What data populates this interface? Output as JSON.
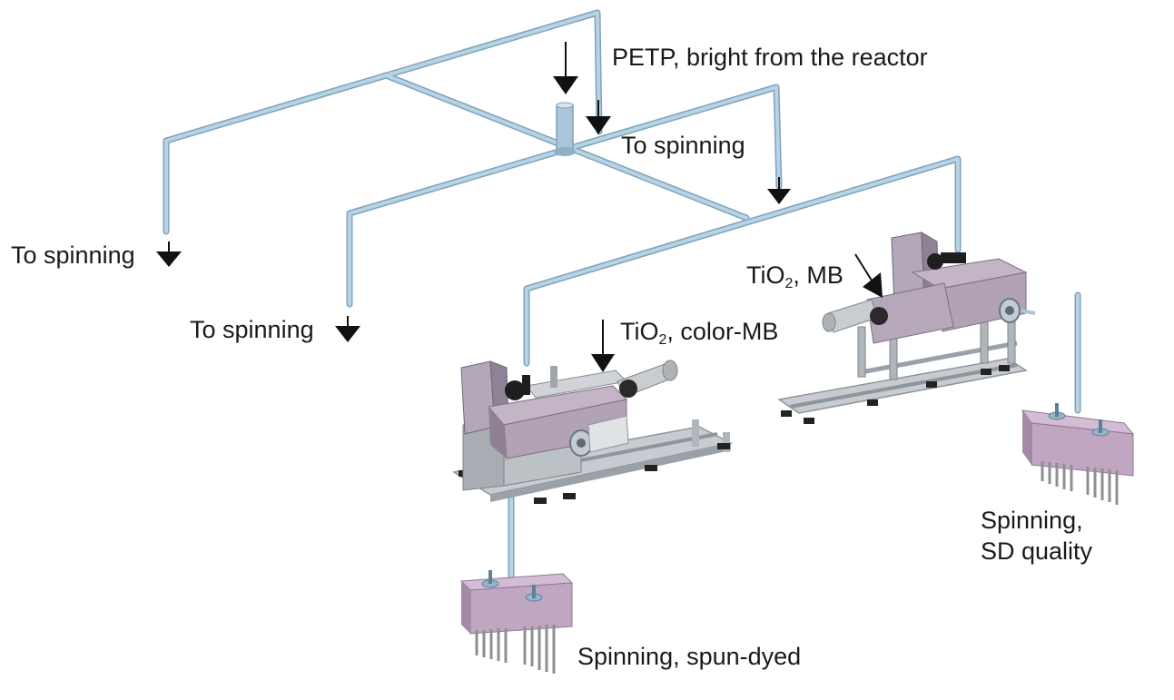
{
  "labels": {
    "petp_input": "PETP, bright from the reactor",
    "to_spinning": "To spinning",
    "tio2_prefix": "TiO",
    "tio2_sub": "2",
    "additive_a_suffix": ", color-MB",
    "additive_b_suffix": ", MB",
    "spinning_spun_dyed": "Spinning, spun-dyed",
    "spinning_sd_line1": "Spinning,",
    "spinning_sd_line2": "SD quality"
  },
  "colors": {
    "pipe": "#a9c6d8",
    "pipe_dark": "#7ea3bb",
    "machine_body": "#b7a8bb",
    "machine_steel": "#b9bec4",
    "frame": "#c8ccd0",
    "spin_block": "#c0a6c1",
    "arrow": "#111111",
    "text": "#1a1a1a"
  }
}
